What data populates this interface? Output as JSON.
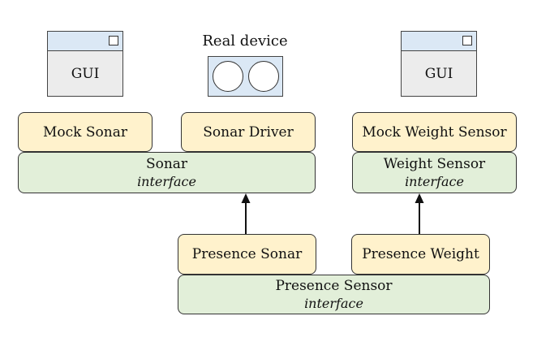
{
  "gui_windows": [
    {
      "label": "GUI"
    },
    {
      "label": "GUI"
    }
  ],
  "real_device": {
    "label": "Real device"
  },
  "implementations": {
    "mock_sonar": "Mock Sonar",
    "sonar_driver": "Sonar Driver",
    "mock_weight_sensor": "Mock Weight Sensor",
    "presence_sonar": "Presence Sonar",
    "presence_weight": "Presence Weight"
  },
  "interfaces": {
    "sonar": {
      "name": "Sonar",
      "kind": "interface"
    },
    "weight_sensor": {
      "name": "Weight Sensor",
      "kind": "interface"
    },
    "presence_sensor": {
      "name": "Presence Sensor",
      "kind": "interface"
    }
  },
  "colors": {
    "implementation_fill": "#fff2cc",
    "interface_fill": "#e2efd9",
    "window_titlebar": "#dbe8f5",
    "window_body": "#ececec"
  }
}
